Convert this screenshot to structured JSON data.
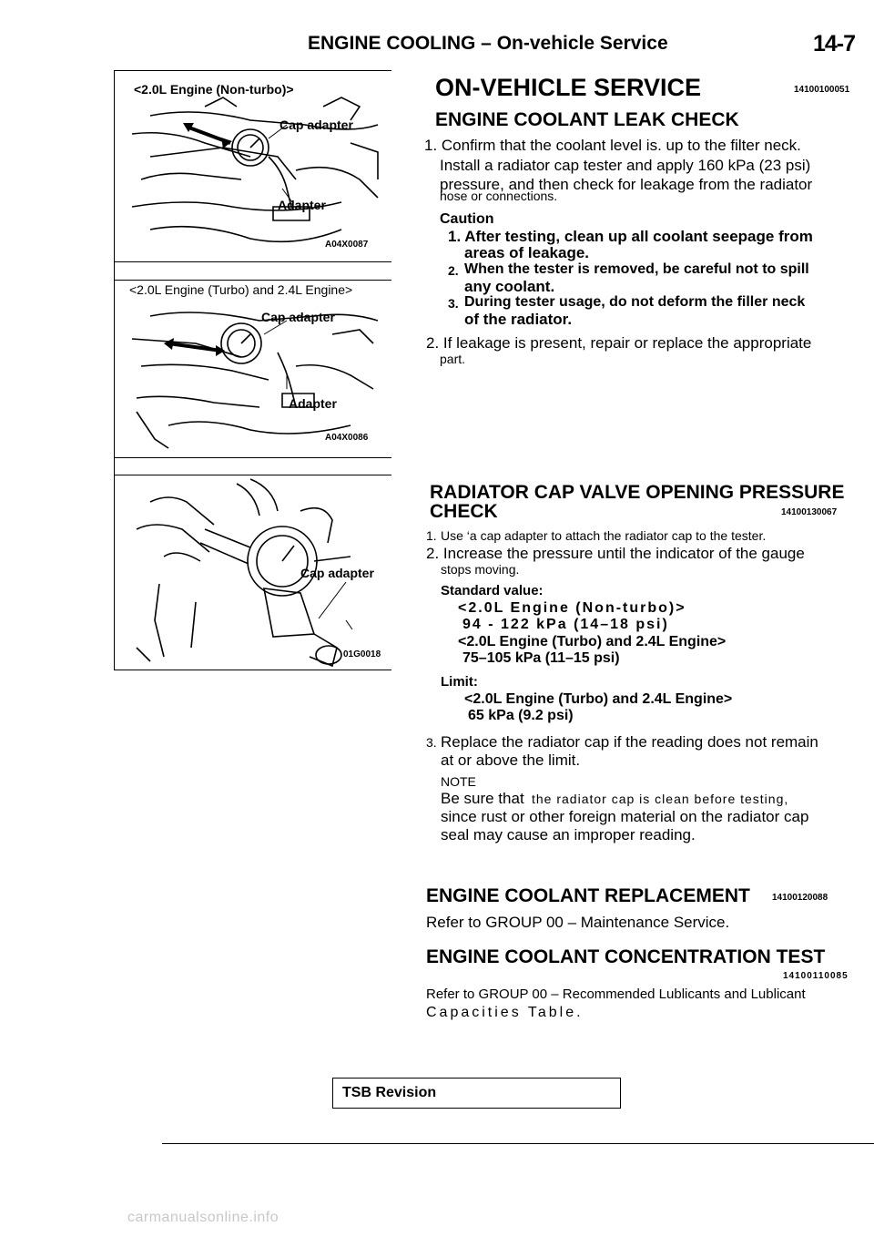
{
  "header": {
    "title": "ENGINE COOLING – On-vehicle Service",
    "page": "14-7"
  },
  "figures": [
    {
      "label": "<2.0L Engine (Non-turbo)>",
      "callouts": [
        "Cap adapter",
        "Adapter"
      ],
      "code": "A04X0087"
    },
    {
      "label": "<2.0L Engine (Turbo) and 2.4L Engine>",
      "callouts": [
        "Cap adapter",
        "Adapter"
      ],
      "code": "A04X0086"
    },
    {
      "label": "",
      "callouts": [
        "Cap adapter"
      ],
      "code": "01G0018"
    }
  ],
  "onvehicle": {
    "title": "ON-VEHICLE SERVICE",
    "code": "14100100051"
  },
  "leak": {
    "title": "ENGINE COOLANT LEAK CHECK",
    "step1_l1": "1. Confirm that the coolant level is. up to the filter neck.",
    "step1_l2": "Install a radiator cap tester and apply 160 kPa (23 psi)",
    "step1_l3": "pressure, and then check for leakage from the radiator",
    "step1_l4": "hose or connections.",
    "caution": "Caution",
    "c1_l1": "1. After testing, clean up all coolant seepage from",
    "c1_l2": "areas of leakage.",
    "c2_n": "2.",
    "c2_l1": "When the tester is removed, be careful not to spill",
    "c2_l2": "any coolant.",
    "c3_n": "3.",
    "c3_l1": "During tester usage, do not deform the filler neck",
    "c3_l2": "of the radiator.",
    "step2_l1": "2. If leakage is present, repair or replace the appropriate",
    "step2_l2": "part."
  },
  "capcheck": {
    "title_l1": "RADIATOR CAP VALVE OPENING PRESSURE",
    "title_l2": "CHECK",
    "code": "14100130067",
    "s1_n": "1.",
    "s1": "Use ‘a cap adapter to attach the radiator cap to the tester.",
    "s2_l1": "2. Increase the pressure until the indicator of the gauge",
    "s2_l2": "stops moving.",
    "std_label": "Standard value:",
    "std_1": "<2.0L Engine (Non-turbo)>",
    "std_2": "94 - 122 kPa (14–18 psi)",
    "std_3": "<2.0L Engine (Turbo) and 2.4L Engine>",
    "std_4": "75–105 kPa (11–15 psi)",
    "limit_label": "Limit:",
    "limit_1": "<2.0L Engine (Turbo) and 2.4L Engine>",
    "limit_2": "65 kPa (9.2 psi)",
    "s3_n": "3.",
    "s3_l1": "Replace the radiator cap if the reading does not remain",
    "s3_l2": "at or above the limit.",
    "note_label": "NOTE",
    "note_l1a": "Be sure that",
    "note_l1b": "the radiator cap is clean before testing,",
    "note_l2": "since rust or other foreign material on the radiator cap",
    "note_l3": "seal may cause an improper reading."
  },
  "replacement": {
    "title": "ENGINE COOLANT REPLACEMENT",
    "code": "14100120088",
    "text": "Refer to GROUP 00 – Maintenance Service."
  },
  "concentration": {
    "title": "ENGINE COOLANT CONCENTRATION TEST",
    "code": "14100110085",
    "text_l1": "Refer to GROUP 00 – Recommended Lublicants and Lublicant",
    "text_l2": "Capacities Table."
  },
  "footer": {
    "tsb": "TSB Revision",
    "watermark": "carmanualsonline.info"
  }
}
